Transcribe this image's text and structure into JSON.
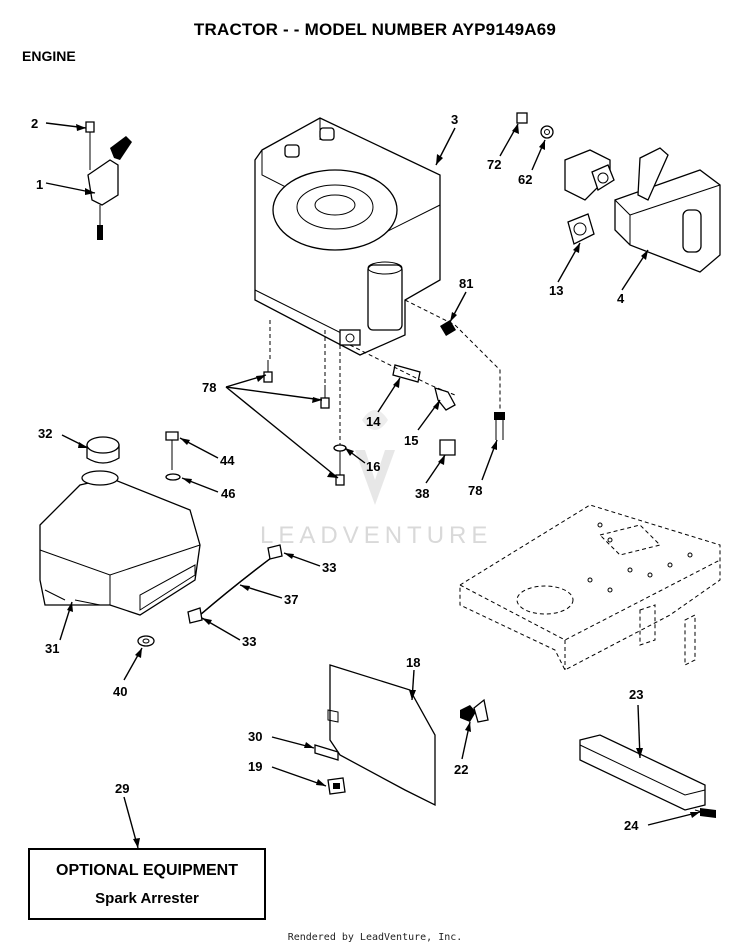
{
  "header": {
    "title": "TRACTOR - - MODEL NUMBER AYP9149A69",
    "section": "ENGINE"
  },
  "watermark": "LEADVENTURE",
  "callouts": [
    {
      "id": "c2",
      "label": "2"
    },
    {
      "id": "c1",
      "label": "1"
    },
    {
      "id": "c3",
      "label": "3"
    },
    {
      "id": "c72",
      "label": "72"
    },
    {
      "id": "c62",
      "label": "62"
    },
    {
      "id": "c13",
      "label": "13"
    },
    {
      "id": "c4",
      "label": "4"
    },
    {
      "id": "c81",
      "label": "81"
    },
    {
      "id": "c78a",
      "label": "78"
    },
    {
      "id": "c14",
      "label": "14"
    },
    {
      "id": "c15",
      "label": "15"
    },
    {
      "id": "c16",
      "label": "16"
    },
    {
      "id": "c38",
      "label": "38"
    },
    {
      "id": "c78b",
      "label": "78"
    },
    {
      "id": "c32",
      "label": "32"
    },
    {
      "id": "c44",
      "label": "44"
    },
    {
      "id": "c46",
      "label": "46"
    },
    {
      "id": "c33a",
      "label": "33"
    },
    {
      "id": "c37",
      "label": "37"
    },
    {
      "id": "c33b",
      "label": "33"
    },
    {
      "id": "c31",
      "label": "31"
    },
    {
      "id": "c40",
      "label": "40"
    },
    {
      "id": "c18",
      "label": "18"
    },
    {
      "id": "c30",
      "label": "30"
    },
    {
      "id": "c19",
      "label": "19"
    },
    {
      "id": "c22",
      "label": "22"
    },
    {
      "id": "c23",
      "label": "23"
    },
    {
      "id": "c24",
      "label": "24"
    },
    {
      "id": "c29",
      "label": "29"
    }
  ],
  "optional": {
    "title": "OPTIONAL EQUIPMENT",
    "item": "Spark Arrester"
  },
  "footer": "Rendered by LeadVenture, Inc."
}
